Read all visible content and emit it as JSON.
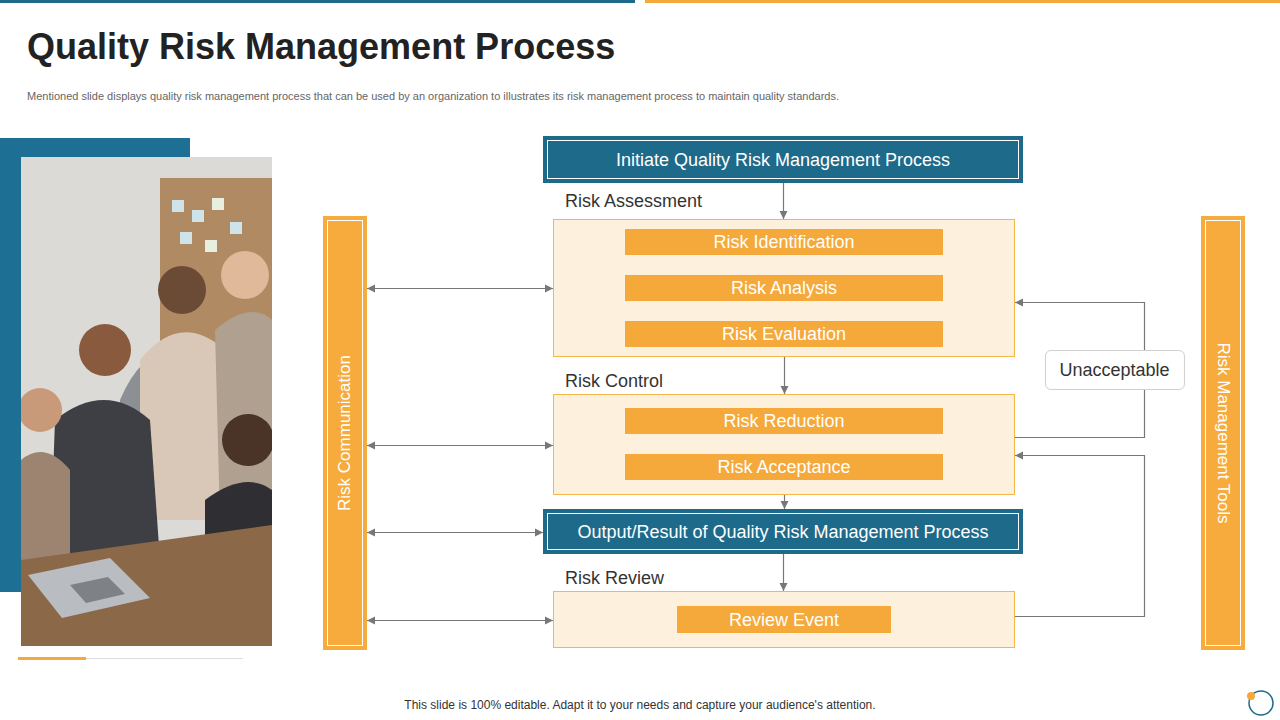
{
  "diagram": {
    "title": "Quality Risk Management Process",
    "caption": "Mentioned slide displays quality risk management process that can be used by an organization to illustrates its risk management process to maintain quality standards.",
    "nodes": [
      {
        "text": [
          "Initiate Quality Risk Management Process"
        ]
      },
      {
        "text": [
          "Risk Assessment"
        ]
      },
      {
        "text": [
          "Risk Identification"
        ],
        "in": 1
      },
      {
        "text": [
          "Risk Analysis"
        ],
        "in": 1
      },
      {
        "text": [
          "Risk Evaluation"
        ],
        "in": 1
      },
      {
        "text": [
          "Risk Control"
        ]
      },
      {
        "text": [
          "Risk Reduction"
        ],
        "in": 5
      },
      {
        "text": [
          "Risk Acceptance"
        ],
        "in": 5
      },
      {
        "text": [
          "Output/Result of Quality Risk Management Process"
        ]
      },
      {
        "text": [
          "Risk Review"
        ]
      },
      {
        "text": [
          "Review Event"
        ],
        "in": 9
      },
      {
        "text": [
          "Risk Communication"
        ]
      },
      {
        "text": [
          "Risk Management Tools"
        ]
      }
    ],
    "edges": [
      {
        "from": 0,
        "to": 1,
        "arrow": "to"
      },
      {
        "from": 1,
        "to": 5,
        "arrow": "to"
      },
      {
        "from": 5,
        "to": 8,
        "arrow": "to"
      },
      {
        "from": 8,
        "to": 9,
        "arrow": "to"
      },
      {
        "from": 5,
        "to": 1,
        "label": "Unacceptable",
        "arrow": "to"
      },
      {
        "from": 9,
        "to": 5,
        "arrow": "to"
      },
      {
        "from": 11,
        "to": 1,
        "arrow": "both"
      },
      {
        "from": 11,
        "to": 5,
        "arrow": "both"
      },
      {
        "from": 11,
        "to": 8,
        "arrow": "both"
      },
      {
        "from": 11,
        "to": 9,
        "arrow": "both"
      }
    ],
    "labels": [
      "This slide is 100% editable. Adapt it to your needs and capture your audience's attention."
    ]
  }
}
